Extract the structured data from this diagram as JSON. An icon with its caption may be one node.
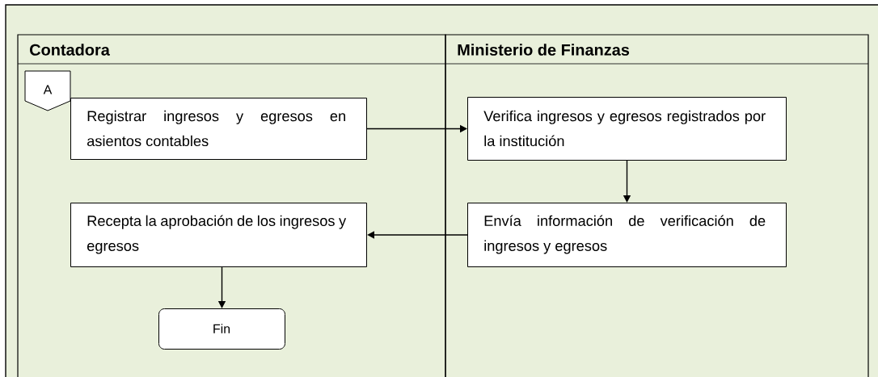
{
  "diagram": {
    "nodes": [
      {
        "text": [
          "Contadora"
        ]
      },
      {
        "text": [
          "Ministerio de Finanzas"
        ]
      },
      {
        "text": [
          "A"
        ],
        "in": 0
      },
      {
        "text": [
          "Registrar ingresos y egresos en asientos contables"
        ],
        "in": 0
      },
      {
        "text": [
          "Verifica ingresos y egresos registrados por la institución"
        ],
        "in": 1
      },
      {
        "text": [
          "Envía información de verificación de ingresos y egresos"
        ],
        "in": 1
      },
      {
        "text": [
          "Recepta la aprobación de los ingresos y egresos"
        ],
        "in": 0
      },
      {
        "text": [
          "Fin"
        ],
        "in": 0
      }
    ],
    "edges": [
      {
        "from": 3,
        "to": 4,
        "arrow": "to"
      },
      {
        "from": 4,
        "to": 5,
        "arrow": "to"
      },
      {
        "from": 5,
        "to": 6,
        "arrow": "to"
      },
      {
        "from": 6,
        "to": 7,
        "arrow": "to"
      }
    ]
  }
}
